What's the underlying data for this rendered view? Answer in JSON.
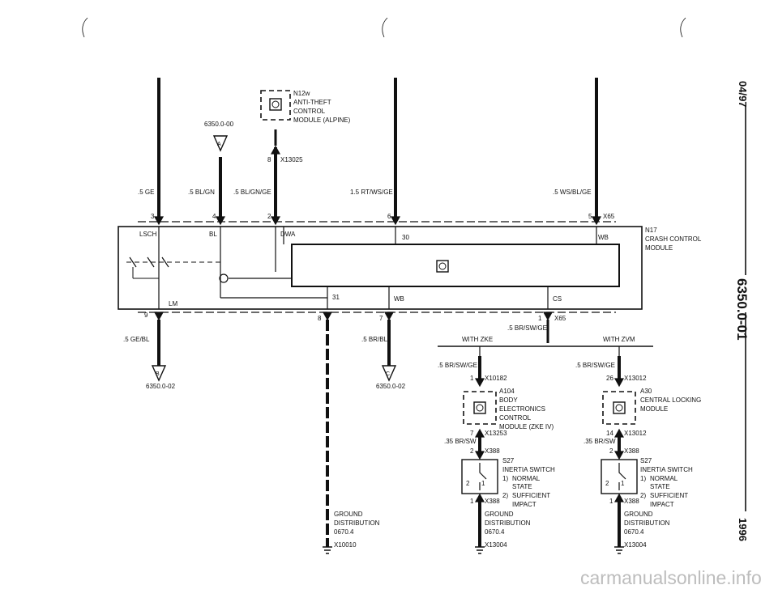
{
  "side_header": {
    "date": "04/97",
    "code": "6350.0-01",
    "year": "1996"
  },
  "components": {
    "n12w": [
      "N12w",
      "ANTI-THEFT",
      "CONTROL",
      "MODULE (ALPINE)"
    ],
    "n17": [
      "N17",
      "CRASH CONTROL",
      "MODULE"
    ],
    "a104": [
      "A104",
      "BODY",
      "ELECTRONICS",
      "CONTROL",
      "MODULE (ZKE IV)"
    ],
    "a30": [
      "A30",
      "CENTRAL LOCKING",
      "MODULE"
    ],
    "s27": [
      "S27",
      "INERTIA SWITCH",
      "NORMAL",
      "STATE",
      "SUFFICIENT",
      "IMPACT"
    ],
    "ground": [
      "GROUND",
      "DISTRIBUTION",
      "0670.4"
    ]
  },
  "connectors": {
    "x13025": "X13025",
    "x65": "X65",
    "x10182": "X10182",
    "x13012": "X13012",
    "x13253": "X13253",
    "x388": "X388",
    "x10010": "X10010",
    "x13004": "X13004"
  },
  "references": {
    "r1": "6350.0-00",
    "r2": "6350.0-02"
  },
  "references_letters": {
    "a": "A",
    "b": "B",
    "c": "C"
  },
  "wires": {
    "ge": ".5 GE",
    "bl_gn": ".5 BL/GN",
    "bl_gn_ge": ".5 BL/GN/GE",
    "rt_ws_ge": "1.5 RT/WS/GE",
    "ws_bl_ge": ".5 WS/BL/GE",
    "ge_bl": ".5 GE/BL",
    "br_bl": ".5 BR/BL",
    "br_sw_ge": ".5 BR/SW/GE",
    "br_sw": ".35 BR/SW"
  },
  "pins": {
    "p3": "3",
    "p4": "4",
    "p2": "2",
    "p6": "6",
    "p5": "5",
    "p9": "9",
    "p8": "8",
    "p7": "7",
    "p1": "1",
    "p26": "26",
    "p14": "14",
    "p30": "30",
    "p31": "31"
  },
  "signals": {
    "lsch": "LSCH",
    "bl": "BL",
    "dwa": "DWA",
    "wb": "WB",
    "lm": "LM",
    "cs": "CS"
  },
  "variants": {
    "zke": "WITH ZKE",
    "zvm": "WITH ZVM"
  },
  "switch_notes": [
    "1)",
    "2)"
  ],
  "switch_pins": [
    "2",
    "1"
  ],
  "watermark": "carmanualsonline.info"
}
